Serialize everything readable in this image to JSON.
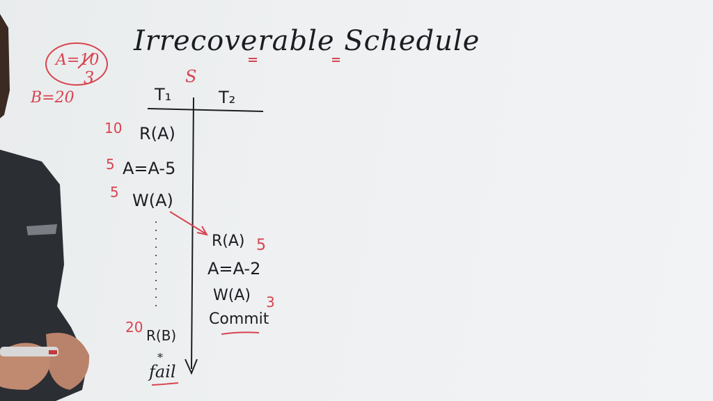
{
  "title": "Irrecoverable Schedule",
  "variables": {
    "a_label": "A=10",
    "a_new": "3",
    "b_label": "B=20"
  },
  "schedule_marker": "S",
  "columns": {
    "t1": "T₁",
    "t2": "T₂"
  },
  "t1_steps": [
    {
      "op": "R(A)",
      "value": "10"
    },
    {
      "op": "A=A-5",
      "value": "5"
    },
    {
      "op": "W(A)",
      "value": "5"
    },
    {
      "op": "R(B)",
      "value": "20"
    },
    {
      "op": "fail",
      "mark": "*"
    }
  ],
  "t2_steps": [
    {
      "op": "R(A)",
      "value": "5"
    },
    {
      "op": "A=A-2",
      "value": ""
    },
    {
      "op": "W(A)",
      "value": "3"
    },
    {
      "op": "Commit",
      "value": ""
    }
  ],
  "colors": {
    "ink": "#1c1d22",
    "red": "#d8434f",
    "board": "#eef0f2"
  }
}
